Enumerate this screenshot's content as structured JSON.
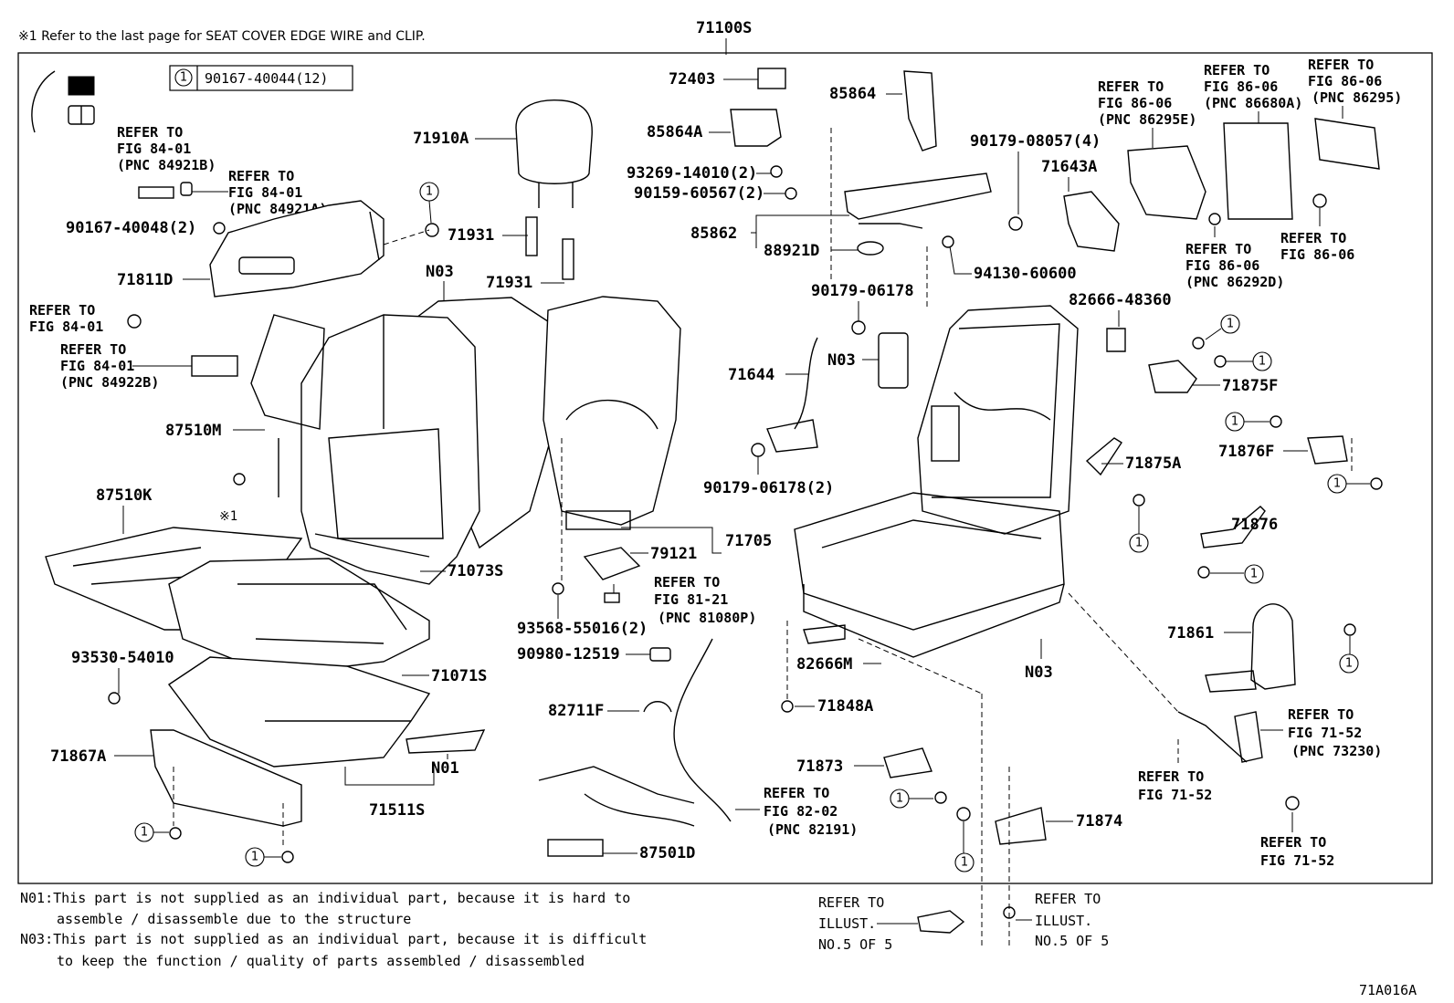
{
  "header_note": "※1 Refer to the last page for SEAT COVER EDGE WIRE and CLIP.",
  "assembly_number": "71100S",
  "legend": {
    "symbol": "1",
    "part": "90167-40044(12)"
  },
  "circle_symbol": "1",
  "asterisk": "※1",
  "parts": {
    "p72403": "72403",
    "p85864": "85864",
    "p85864A": "85864A",
    "p93269": "93269-14010(2)",
    "p90159": "90159-60567(2)",
    "p85862": "85862",
    "p88921D": "88921D",
    "p94130": "94130-60600",
    "p90179_08057": "90179-08057(4)",
    "p71643A": "71643A",
    "p71910A": "71910A",
    "p71931a": "71931",
    "p71931b": "71931",
    "p90167_40048": "90167-40048(2)",
    "p71811D": "71811D",
    "pN03a": "N03",
    "p87510M": "87510M",
    "p87510K": "87510K",
    "p71073S": "71073S",
    "p71071S": "71071S",
    "p93530": "93530-54010",
    "p71867A": "71867A",
    "pN01": "N01",
    "p71511S": "71511S",
    "p79121": "79121",
    "p71705": "71705",
    "p93568": "93568-55016(2)",
    "p90980": "90980-12519",
    "p82711F": "82711F",
    "p87501D": "87501D",
    "p90179_06178": "90179-06178",
    "p71644": "71644",
    "pN03b": "N03",
    "p90179_06178_2": "90179-06178(2)",
    "p82666_48360": "82666-48360",
    "p71875F": "71875F",
    "p71875A": "71875A",
    "p71876F": "71876F",
    "p71876": "71876",
    "p82666M": "82666M",
    "pN03c": "N03",
    "p71848A": "71848A",
    "p71873": "71873",
    "p71874": "71874",
    "p71861": "71861"
  },
  "refs": {
    "r84921B": [
      "REFER TO",
      "FIG 84-01",
      "(PNC 84921B)"
    ],
    "r84921A": [
      "REFER TO",
      "FIG 84-01",
      "(PNC 84921A)"
    ],
    "r8401": [
      "REFER TO",
      "FIG 84-01"
    ],
    "r84922B": [
      "REFER TO",
      "FIG 84-01",
      "(PNC 84922B)"
    ],
    "r86295E": [
      "REFER TO",
      "FIG 86-06",
      "(PNC 86295E)"
    ],
    "r86680A": [
      "REFER TO",
      "FIG 86-06",
      "(PNC 86680A)"
    ],
    "r86295": [
      "REFER TO",
      "FIG 86-06",
      "(PNC 86295)"
    ],
    "r86292D": [
      "REFER TO",
      "FIG 86-06",
      "(PNC 86292D)"
    ],
    "r8606": [
      "REFER TO",
      "FIG 86-06"
    ],
    "r81080P": [
      "REFER TO",
      "FIG 81-21",
      "(PNC 81080P)"
    ],
    "r82191": [
      "REFER TO",
      "FIG 82-02",
      "(PNC 82191)"
    ],
    "r73230": [
      "REFER TO",
      "FIG 71-52",
      "(PNC 73230)"
    ],
    "r7152a": [
      "REFER TO",
      "FIG 71-52"
    ],
    "r7152b": [
      "REFER TO",
      "FIG 71-52"
    ],
    "rIllust1": [
      "REFER TO",
      "ILLUST.",
      "NO.5 OF 5"
    ],
    "rIllust2": [
      "REFER TO",
      "ILLUST.",
      "NO.5 OF 5"
    ]
  },
  "footnotes": {
    "n01_line1": "N01:This part is not supplied as an individual part, because it is hard to",
    "n01_line2": "assemble / disassemble due to the structure",
    "n03_line1": "N03:This part is not supplied as an individual part, because it is difficult",
    "n03_line2": "to keep the function / quality of parts assembled / disassembled"
  },
  "illustration_code": "71A016A"
}
